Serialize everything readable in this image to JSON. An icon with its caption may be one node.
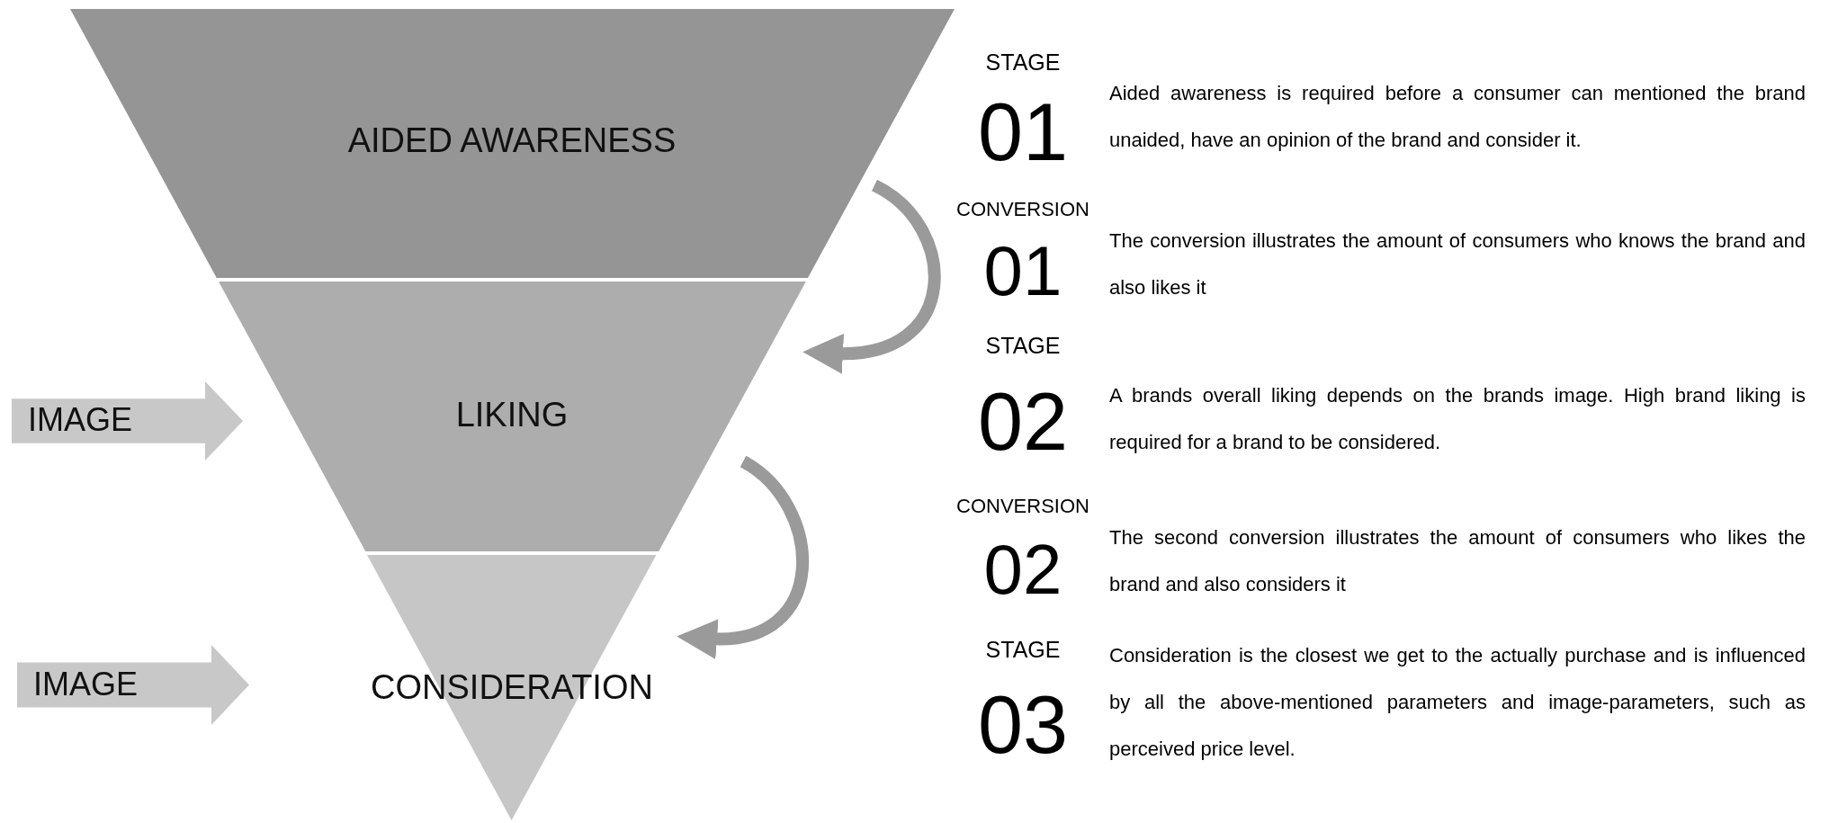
{
  "diagram": {
    "nodes": [
      {
        "text": [
          "AIDED AWARENESS"
        ]
      },
      {
        "text": [
          "LIKING"
        ]
      },
      {
        "text": [
          "CONSIDERATION"
        ]
      },
      {
        "text": [
          "IMAGE"
        ]
      },
      {
        "text": [
          "IMAGE"
        ]
      }
    ],
    "edges": [
      {
        "from": 0,
        "to": 1,
        "arrow": "to"
      },
      {
        "from": 1,
        "to": 2,
        "arrow": "to"
      }
    ],
    "labels": [
      "STAGE",
      "01",
      "Aided awareness is required before a consumer can mentioned the brand unaided, have an opinion of the brand and consider it.",
      "CONVERSION",
      "01",
      "The conversion illustrates the amount of consumers who knows the brand and also likes it",
      "STAGE",
      "02",
      "A brands overall liking depends on the brands image. High brand liking is required for a brand to be considered.",
      "CONVERSION",
      "02",
      "The second conversion illustrates the amount of consumers who likes the brand and also considers it",
      "STAGE",
      "03",
      "Consideration is the closest we get to the actually purchase and is influenced by all the above-mentioned parameters and image-parameters, such as perceived price level."
    ]
  }
}
